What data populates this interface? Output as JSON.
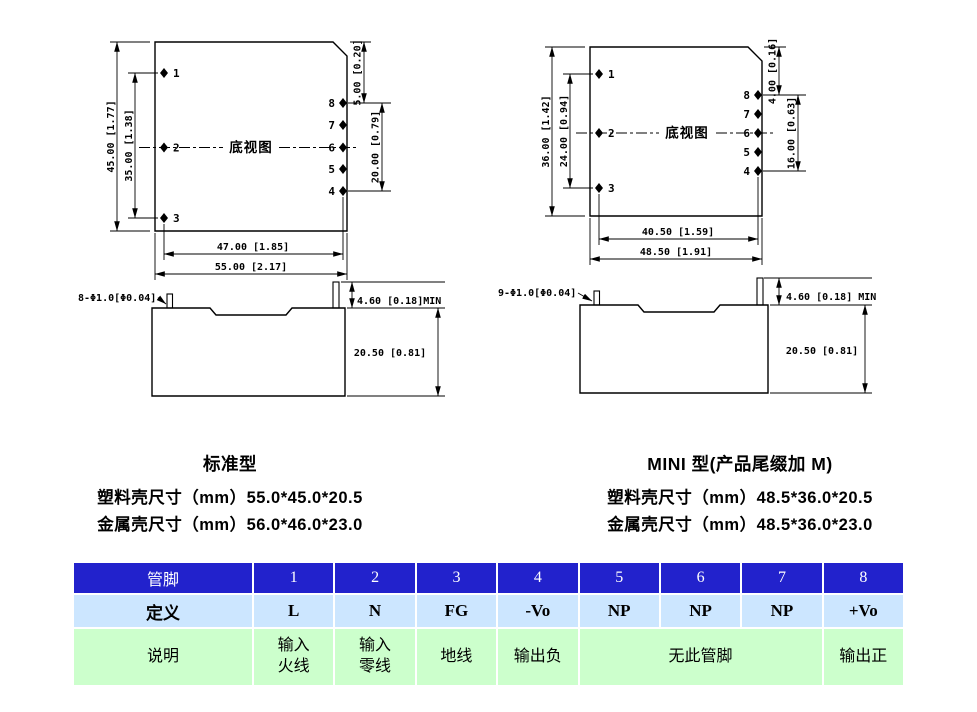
{
  "colors": {
    "table_header_bg": "#2222cc",
    "table_header_text": "#ffffff",
    "table_def_bg": "#cce6ff",
    "table_desc_bg": "#ccffcc"
  },
  "drawings": {
    "standard": {
      "view_label": "底视图",
      "pin_labels_left": [
        "1",
        "2",
        "3"
      ],
      "pin_labels_right": [
        "8",
        "7",
        "6",
        "5",
        "4"
      ],
      "dims": {
        "overall_height": "45.00 [1.77]",
        "pin_row_height": "35.00 [1.38]",
        "pin_top_offset": "5.00 [0.20]",
        "pin_column_height": "20.00 [0.79]",
        "pin_row_width": "47.00 [1.85]",
        "overall_width": "55.00 [2.17]",
        "pin_diameter": "8-Φ1.0[Φ0.04]",
        "pin_length_min": "4.60 [0.18]MIN",
        "case_height": "20.50 [0.81]"
      }
    },
    "mini": {
      "view_label": "底视图",
      "pin_labels_left": [
        "1",
        "2",
        "3"
      ],
      "pin_labels_right": [
        "8",
        "7",
        "6",
        "5",
        "4"
      ],
      "dims": {
        "overall_height": "36.00 [1.42]",
        "pin_row_height": "24.00 [0.94]",
        "pin_top_offset": "4.00 [0.16]",
        "pin_column_height": "16.00 [0.63]",
        "pin_row_width": "40.50 [1.59]",
        "overall_width": "48.50 [1.91]",
        "pin_diameter": "9-Φ1.0[Φ0.04]",
        "pin_length_min": "4.60 [0.18] MIN",
        "case_height": "20.50 [0.81]"
      }
    }
  },
  "specs": {
    "standard": {
      "title": "标准型",
      "plastic": "塑料壳尺寸（mm）55.0*45.0*20.5",
      "metal": "金属壳尺寸（mm）56.0*46.0*23.0"
    },
    "mini": {
      "title": "MINI 型(产品尾缀加 M)",
      "plastic": "塑料壳尺寸（mm）48.5*36.0*20.5",
      "metal": "金属壳尺寸（mm）48.5*36.0*23.0"
    }
  },
  "pin_table": {
    "headers": [
      "管脚",
      "1",
      "2",
      "3",
      "4",
      "5",
      "6",
      "7",
      "8"
    ],
    "def_row": [
      "定义",
      "L",
      "N",
      "FG",
      "-Vo",
      "NP",
      "NP",
      "NP",
      "+Vo"
    ],
    "desc_row": {
      "label": "说明",
      "cells": [
        {
          "text": "输入\n火线",
          "span": "1"
        },
        {
          "text": "输入\n零线",
          "span": "1"
        },
        {
          "text": "地线",
          "span": "1"
        },
        {
          "text": "输出负",
          "span": "1"
        },
        {
          "text": "无此管脚",
          "span": "3"
        },
        {
          "text": "输出正",
          "span": "1"
        }
      ]
    }
  }
}
